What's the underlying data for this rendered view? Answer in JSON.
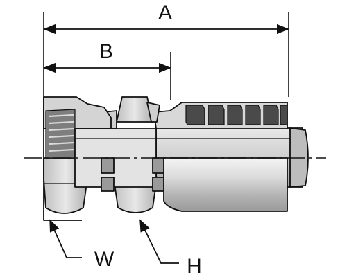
{
  "labels": {
    "dimension_a": "A",
    "dimension_b": "B",
    "callout_w": "W",
    "callout_h": "H"
  },
  "colors": {
    "line": "#111111",
    "metal_light": "#e6e6e6",
    "metal_mid": "#c8c8c8",
    "metal_dark": "#8c8c8c",
    "groove_dark": "#4a4a4a"
  }
}
